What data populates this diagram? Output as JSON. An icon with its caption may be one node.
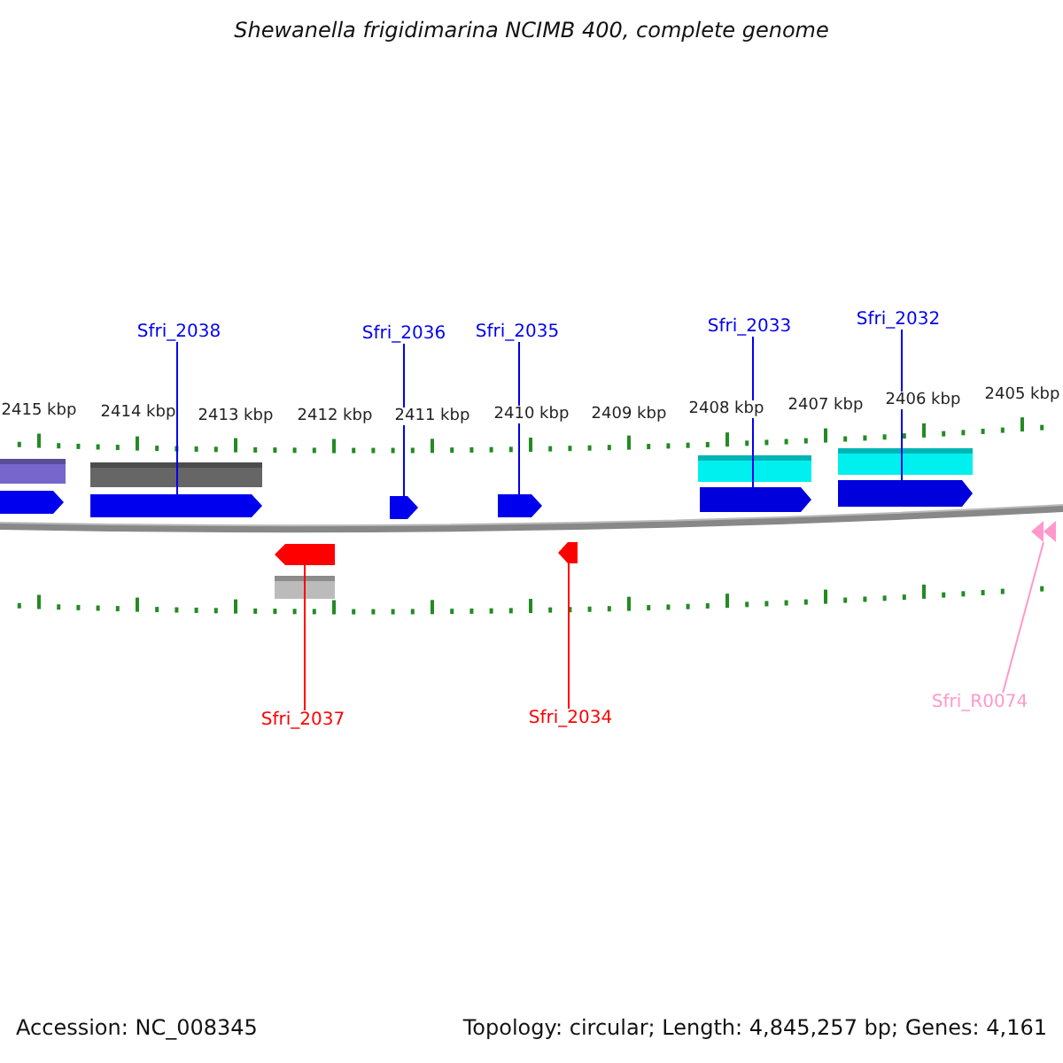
{
  "diagram": {
    "title": "Shewanella frigidimarina NCIMB 400, complete genome",
    "nodes": [
      {
        "text": [
          "Sfri_2038"
        ]
      },
      {
        "text": [
          "Sfri_2036"
        ]
      },
      {
        "text": [
          "Sfri_2035"
        ]
      },
      {
        "text": [
          "Sfri_2033"
        ]
      },
      {
        "text": [
          "Sfri_2032"
        ]
      },
      {
        "text": [
          "Sfri_2037"
        ]
      },
      {
        "text": [
          "Sfri_2034"
        ]
      },
      {
        "text": [
          "Sfri_R0074"
        ]
      },
      {
        "text": [],
        "shape": "arrow"
      },
      {
        "text": [],
        "shape": "arrow"
      },
      {
        "text": [],
        "shape": "arrow"
      },
      {
        "text": [],
        "shape": "arrow"
      },
      {
        "text": [],
        "shape": "arrow"
      },
      {
        "text": [],
        "shape": "arrow"
      },
      {
        "text": [],
        "shape": "arrow"
      },
      {
        "text": [],
        "shape": "arrow"
      }
    ],
    "edges": [
      {
        "from": 0,
        "to": 8,
        "arrow": "none"
      },
      {
        "from": 1,
        "to": 10,
        "arrow": "none"
      },
      {
        "from": 2,
        "to": 11,
        "arrow": "none"
      },
      {
        "from": 3,
        "to": 13,
        "arrow": "none"
      },
      {
        "from": 4,
        "to": 14,
        "arrow": "none"
      },
      {
        "from": 5,
        "to": 9,
        "arrow": "none",
        "color": "#ff0000"
      },
      {
        "from": 6,
        "to": 12,
        "arrow": "none",
        "color": "#ff0000"
      },
      {
        "from": 7,
        "to": 15,
        "arrow": "none",
        "color": "#ff99cc"
      }
    ],
    "labels": [
      "2415 kbp",
      "2414 kbp",
      "2413 kbp",
      "2412 kbp",
      "2411 kbp",
      "2410 kbp",
      "2409 kbp",
      "2408 kbp",
      "2407 kbp",
      "2406 kbp",
      "2405 kbp",
      "Accession: NC_008345",
      "Topology: circular; Length: 4,845,257 bp; Genes: 4,161"
    ]
  }
}
